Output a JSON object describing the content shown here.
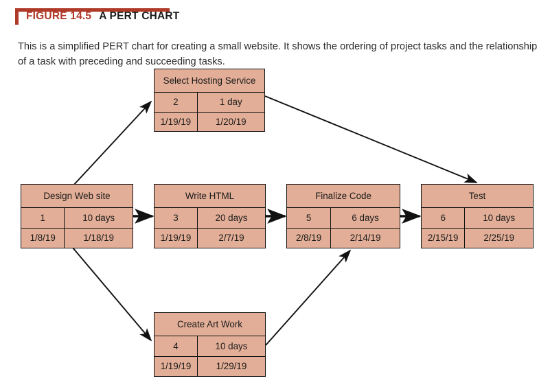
{
  "figure": {
    "number_label": "FIGURE 14.5",
    "title": "A PERT CHART",
    "caption": "This is a simplified PERT chart for creating a small website. It shows the ordering of project tasks and the relationship of a task with preceding and succeeding tasks.",
    "accent_color": "#B03A2A"
  },
  "diagram": {
    "type": "pert-chart",
    "node_fill_color": "#E2AE97",
    "node_border_color": "#111111",
    "arrow_color": "#111111",
    "nodes": [
      {
        "id": "select-hosting-service",
        "title": "Select Hosting Service",
        "task_number": "2",
        "duration": "1 day",
        "start_date": "1/19/19",
        "end_date": "1/20/19"
      },
      {
        "id": "design-web-site",
        "title": "Design Web site",
        "task_number": "1",
        "duration": "10 days",
        "start_date": "1/8/19",
        "end_date": "1/18/19"
      },
      {
        "id": "write-html",
        "title": "Write HTML",
        "task_number": "3",
        "duration": "20 days",
        "start_date": "1/19/19",
        "end_date": "2/7/19"
      },
      {
        "id": "finalize-code",
        "title": "Finalize Code",
        "task_number": "5",
        "duration": "6 days",
        "start_date": "2/8/19",
        "end_date": "2/14/19"
      },
      {
        "id": "test",
        "title": "Test",
        "task_number": "6",
        "duration": "10 days",
        "start_date": "2/15/19",
        "end_date": "2/25/19"
      },
      {
        "id": "create-art-work",
        "title": "Create Art Work",
        "task_number": "4",
        "duration": "10 days",
        "start_date": "1/19/19",
        "end_date": "1/29/19"
      }
    ],
    "edges": [
      {
        "from": "design-web-site",
        "to": "select-hosting-service"
      },
      {
        "from": "design-web-site",
        "to": "write-html"
      },
      {
        "from": "design-web-site",
        "to": "create-art-work"
      },
      {
        "from": "select-hosting-service",
        "to": "test"
      },
      {
        "from": "write-html",
        "to": "finalize-code"
      },
      {
        "from": "create-art-work",
        "to": "finalize-code"
      },
      {
        "from": "finalize-code",
        "to": "test"
      }
    ]
  }
}
